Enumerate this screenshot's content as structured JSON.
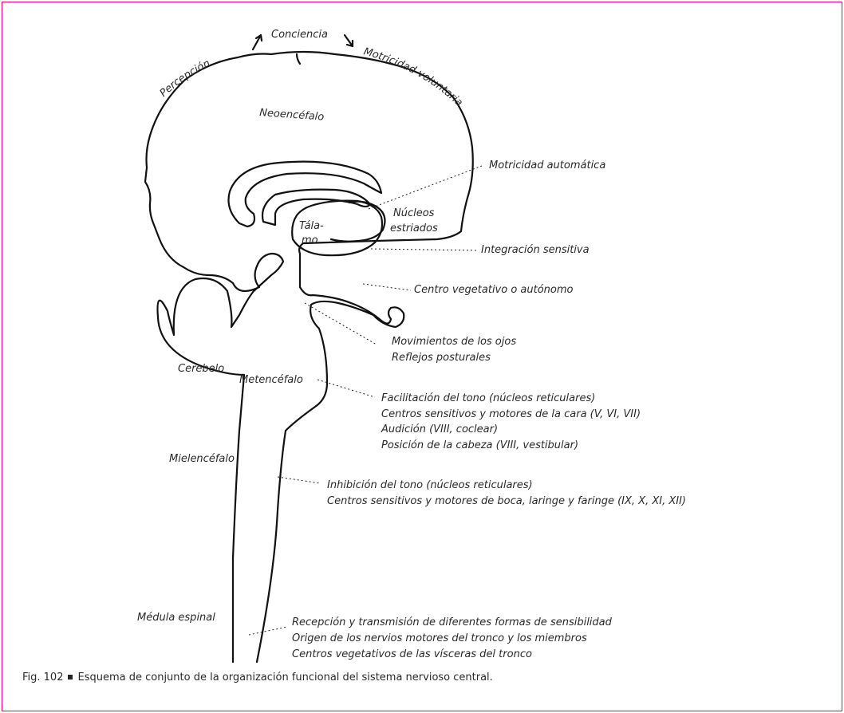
{
  "labels": {
    "conciencia": "Conciencia",
    "percepcion": "Percepción",
    "motricidad_voluntaria": "Motricidad voluntaria",
    "neoencefalo": "Neoencéfalo",
    "motricidad_automatica": "Motricidad automática",
    "nucleos_1": "Núcleos",
    "nucleos_2": "estriados",
    "talamo_1": "Tála-",
    "talamo_2": "mo",
    "integracion": "Integración sensitiva",
    "centro_vegetativo": "Centro vegetativo o autónomo",
    "movimientos_ojos": "Movimientos de los ojos",
    "reflejos": "Reflejos posturales",
    "cerebelo": "Cerebelo",
    "metencefalo": "Metencéfalo",
    "met_line1": "Facilitación del tono (núcleos reticulares)",
    "met_line2": "Centros sensitivos y motores de la cara (V, VI, VII)",
    "met_line3": "Audición (VIII, coclear)",
    "met_line4": "Posición de la cabeza (VIII, vestibular)",
    "mielencefalo": "Mielencéfalo",
    "miel_line1": "Inhibición del tono (núcleos reticulares)",
    "miel_line2": "Centros sensitivos y motores de boca, laringe y faringe (IX, X, XI, XII)",
    "medula": "Médula espinal",
    "med_line1": "Recepción y transmisión de diferentes formas de sensibilidad",
    "med_line2": "Origen de los nervios motores del tronco y los miembros",
    "med_line3": "Centros vegetativos de las vísceras del tronco"
  },
  "caption": {
    "number": "Fig. 102",
    "text": "Esquema de conjunto de la organización funcional del sistema nervioso central."
  }
}
